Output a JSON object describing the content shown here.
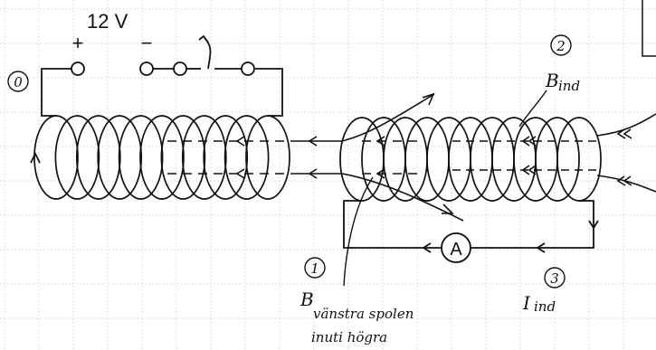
{
  "diagram": {
    "voltage_label": "12 V",
    "plus_sign": "+",
    "minus_sign": "−",
    "ammeter_label": "A",
    "markers": [
      "0",
      "1",
      "2",
      "3"
    ],
    "b_ind": {
      "main": "B",
      "sub": "ind"
    },
    "b_left": {
      "main": "B",
      "sub_line1": "vänstra spolen",
      "sub_line2": "inuti högra"
    },
    "i_ind": {
      "main": "I",
      "sub": "ind"
    }
  },
  "colors": {
    "ink": "#111111",
    "grid": "#c9c9c9",
    "background": "#ffffff"
  }
}
